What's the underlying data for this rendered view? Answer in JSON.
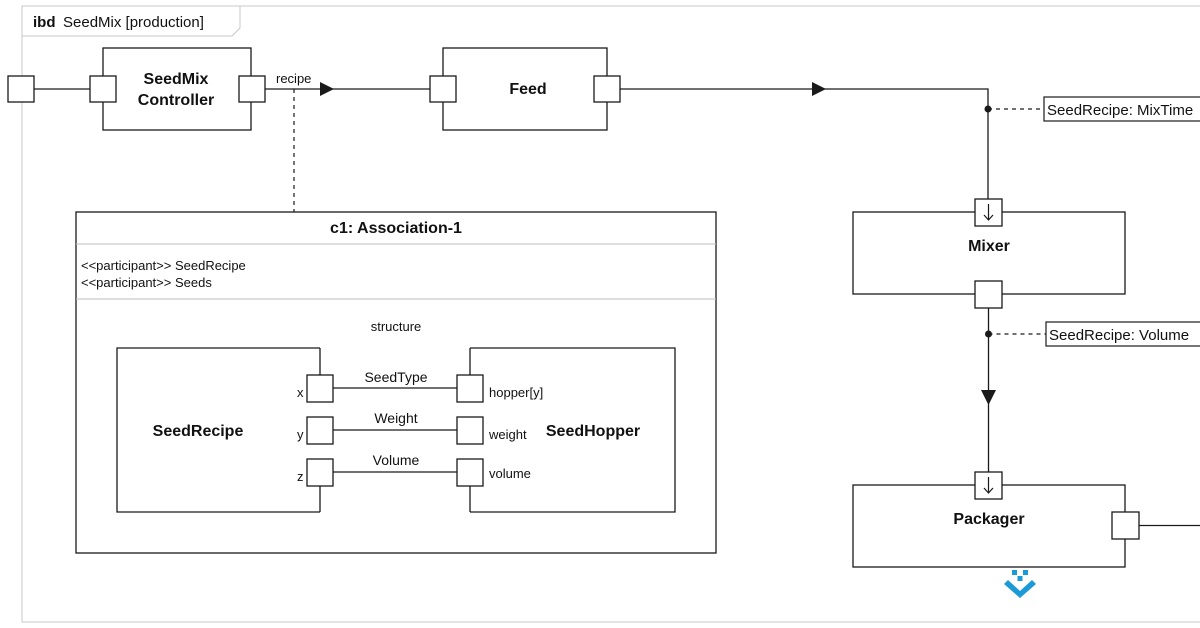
{
  "frame": {
    "keyword": "ibd",
    "name": "SeedMix [production]"
  },
  "blocks": {
    "controller_line1": "SeedMix",
    "controller_line2": "Controller",
    "feed": "Feed",
    "mixer": "Mixer",
    "packager": "Packager"
  },
  "connector_label": "recipe",
  "notes": {
    "mixtime": "SeedRecipe: MixTime",
    "volume": "SeedRecipe: Volume"
  },
  "association": {
    "title": "c1: Association-1",
    "participants": [
      "<<participant>> SeedRecipe",
      "<<participant>> Seeds"
    ],
    "structure_label": "structure",
    "left_part": "SeedRecipe",
    "right_part": "SeedHopper",
    "left_ports": [
      "x",
      "y",
      "z"
    ],
    "right_ports": [
      "hopper[y]",
      "weight",
      "volume"
    ],
    "links": [
      "SeedType",
      "Weight",
      "Volume"
    ]
  },
  "colors": {
    "line": "#1a1a1a",
    "frame": "#c8c8c8",
    "accent": "#1a9ad6"
  }
}
